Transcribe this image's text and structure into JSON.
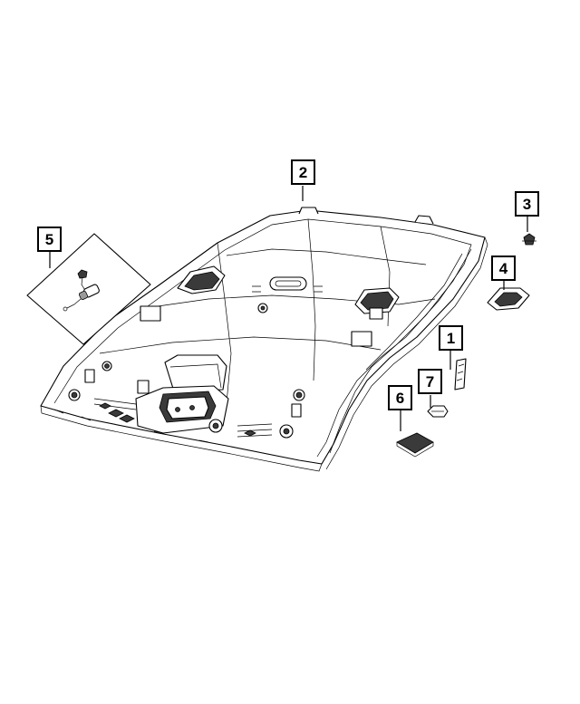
{
  "callouts": [
    {
      "id": "1",
      "label": "1"
    },
    {
      "id": "2",
      "label": "2"
    },
    {
      "id": "3",
      "label": "3"
    },
    {
      "id": "4",
      "label": "4"
    },
    {
      "id": "5",
      "label": "5"
    },
    {
      "id": "6",
      "label": "6"
    },
    {
      "id": "7",
      "label": "7"
    }
  ],
  "colors": {
    "line": "#000000",
    "background": "#ffffff",
    "shade": "#3a3a3a"
  }
}
